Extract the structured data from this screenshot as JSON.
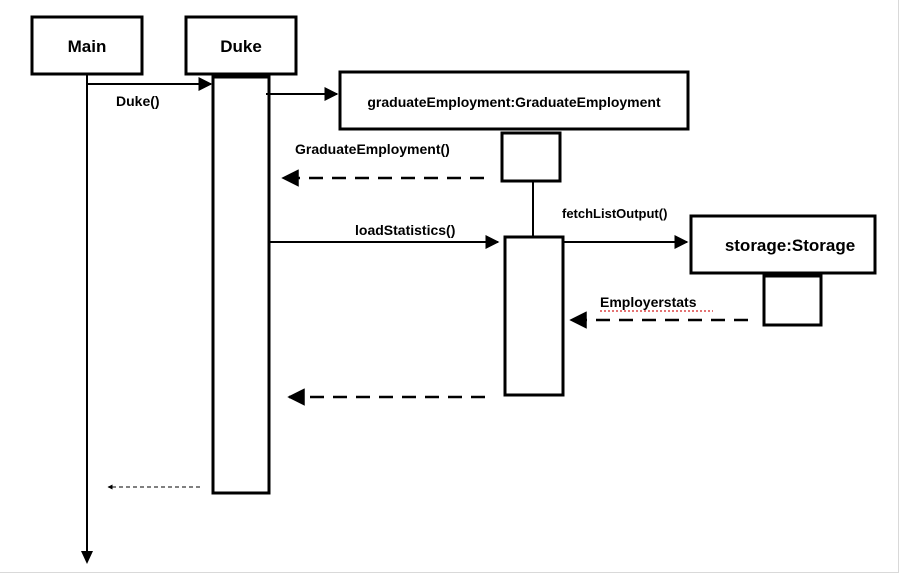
{
  "participants": {
    "main": "Main",
    "duke": "Duke",
    "graduate_employment": "graduateEmployment:GraduateEmployment",
    "storage": "storage:Storage"
  },
  "messages": {
    "duke_constructor": "Duke()",
    "graduate_employment_constructor": "GraduateEmployment()",
    "load_statistics": "loadStatistics()",
    "fetch_list_output": "fetchListOutput()",
    "employer_stats": "Employerstats"
  },
  "colors": {
    "stroke": "#000000",
    "spellcheck_underline": "#d32020"
  }
}
